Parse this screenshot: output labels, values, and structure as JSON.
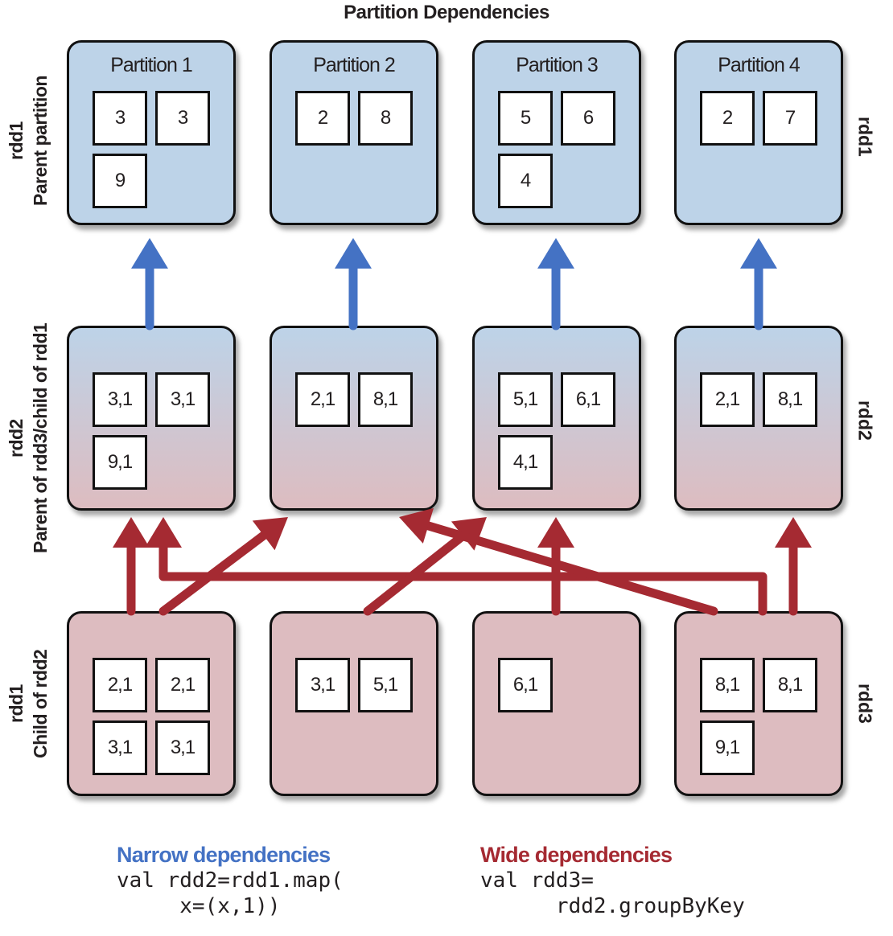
{
  "title": "Partition Dependencies",
  "colors": {
    "narrow": "#4472c4",
    "wide": "#a52a32",
    "parent_fill": "#bdd3e8",
    "child_fill": "#ddbcc0"
  },
  "row_labels_left": [
    {
      "line1": "rdd1",
      "line2": "Parent partition"
    },
    {
      "line1": "rdd2",
      "line2": "Parent of rdd3/child of rdd1"
    },
    {
      "line1": "rdd1",
      "line2": "Child of rdd2"
    }
  ],
  "row_labels_right": [
    "rdd1",
    "rdd2",
    "rdd3"
  ],
  "rows": [
    {
      "partitions": [
        {
          "title": "Partition 1",
          "values": [
            "3",
            "3",
            "9"
          ]
        },
        {
          "title": "Partition 2",
          "values": [
            "2",
            "8"
          ]
        },
        {
          "title": "Partition 3",
          "values": [
            "5",
            "6",
            "4"
          ]
        },
        {
          "title": "Partition 4",
          "values": [
            "2",
            "7"
          ]
        }
      ]
    },
    {
      "partitions": [
        {
          "values": [
            "3,1",
            "3,1",
            "9,1"
          ]
        },
        {
          "values": [
            "2,1",
            "8,1"
          ]
        },
        {
          "values": [
            "5,1",
            "6,1",
            "4,1"
          ]
        },
        {
          "values": [
            "2,1",
            "8,1"
          ]
        }
      ]
    },
    {
      "partitions": [
        {
          "values": [
            "2,1",
            "2,1",
            "3,1",
            "3,1"
          ]
        },
        {
          "values": [
            "3,1",
            "5,1"
          ]
        },
        {
          "values": [
            "6,1"
          ]
        },
        {
          "values": [
            "8,1",
            "8,1",
            "9,1"
          ]
        }
      ]
    }
  ],
  "narrow_dependencies": [
    {
      "from": "rdd2-p1",
      "to": "rdd1-p1"
    },
    {
      "from": "rdd2-p2",
      "to": "rdd1-p2"
    },
    {
      "from": "rdd2-p3",
      "to": "rdd1-p3"
    },
    {
      "from": "rdd2-p4",
      "to": "rdd1-p4"
    }
  ],
  "wide_dependencies": [
    {
      "from": "rdd3-p1",
      "to": "rdd2-p1"
    },
    {
      "from": "rdd3-p1",
      "to": "rdd2-p2"
    },
    {
      "from": "rdd3-p2",
      "to": "rdd2-p3"
    },
    {
      "from": "rdd3-p3",
      "to": "rdd2-p3"
    },
    {
      "from": "rdd3-p4",
      "to": "rdd2-p1"
    },
    {
      "from": "rdd3-p4",
      "to": "rdd2-p2"
    },
    {
      "from": "rdd3-p4",
      "to": "rdd2-p4"
    }
  ],
  "legend": {
    "narrow": {
      "heading": "Narrow dependencies",
      "code": "val rdd2=rdd1.map(\n     x=(x,1))"
    },
    "wide": {
      "heading": "Wide dependencies",
      "code": "val rdd3=\n      rdd2.groupByKey"
    }
  }
}
